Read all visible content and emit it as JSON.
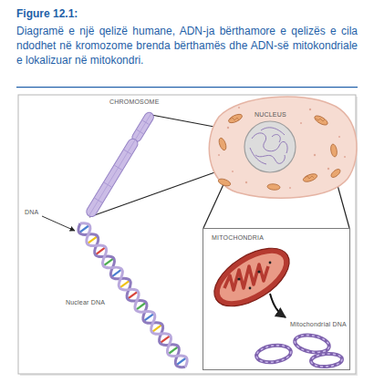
{
  "diagram": {
    "title": "Figure 12.1:",
    "caption": "Diagramë e një qelizë humane, ADN-ja bërthamore e qelizës e cila ndodhet në kromozome brenda bërthamës dhe ADN-së mitokondriale e lokalizuar në mitokondri.",
    "nodes": [
      {
        "text": [
          "MITOCHONDRIA",
          "Mitochondrial DNA"
        ]
      }
    ],
    "labels": [
      "CHROMOSOME",
      "NUCLEUS",
      "DNA",
      "Nuclear DNA"
    ]
  }
}
